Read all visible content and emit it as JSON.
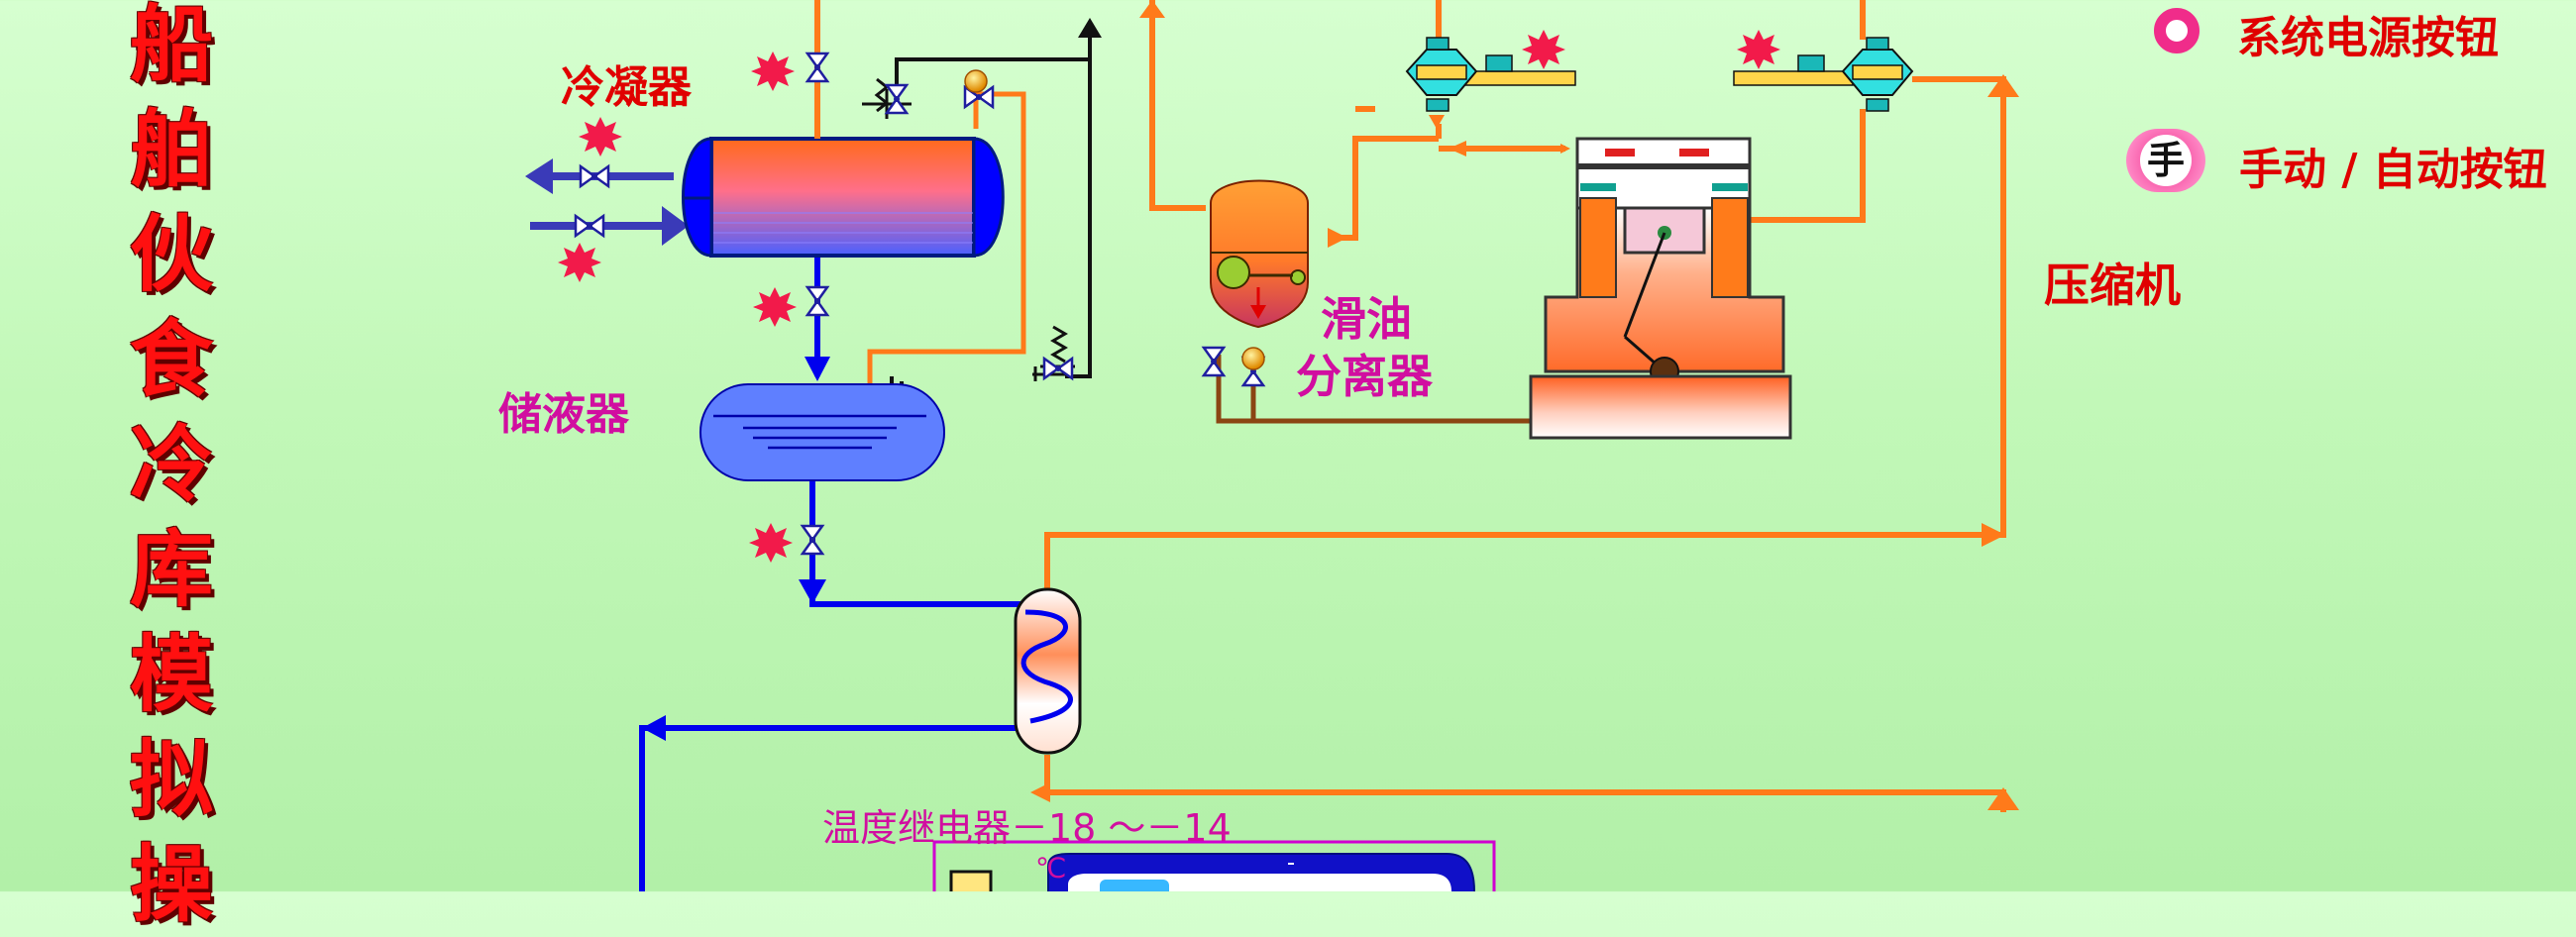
{
  "title_chars": [
    "船",
    "舶",
    "伙",
    "食",
    "冷",
    "库",
    "模",
    "拟",
    "操"
  ],
  "labels": {
    "condenser": "冷凝器",
    "receiver": "储液器",
    "oil_separator_line1": "滑油",
    "oil_separator_line2": "分离器",
    "compressor": "压缩机",
    "thermostat": "温度继电器－18 ～－14",
    "degree_mark": "℃"
  },
  "legend": {
    "power_button": "系统电源按钮",
    "manual_auto_button": "手动 / 自动按钮",
    "manual_glyph": "手"
  },
  "colors": {
    "title_red": "#ff1010",
    "label_red": "#e00000",
    "label_magenta": "#d10ea0",
    "refrigerant_liquid_blue": "#0000ee",
    "hot_gas_orange": "#ff7a1a",
    "oil_line_brown": "#8b4513",
    "cooling_water_blue": "#3a3ab8"
  }
}
